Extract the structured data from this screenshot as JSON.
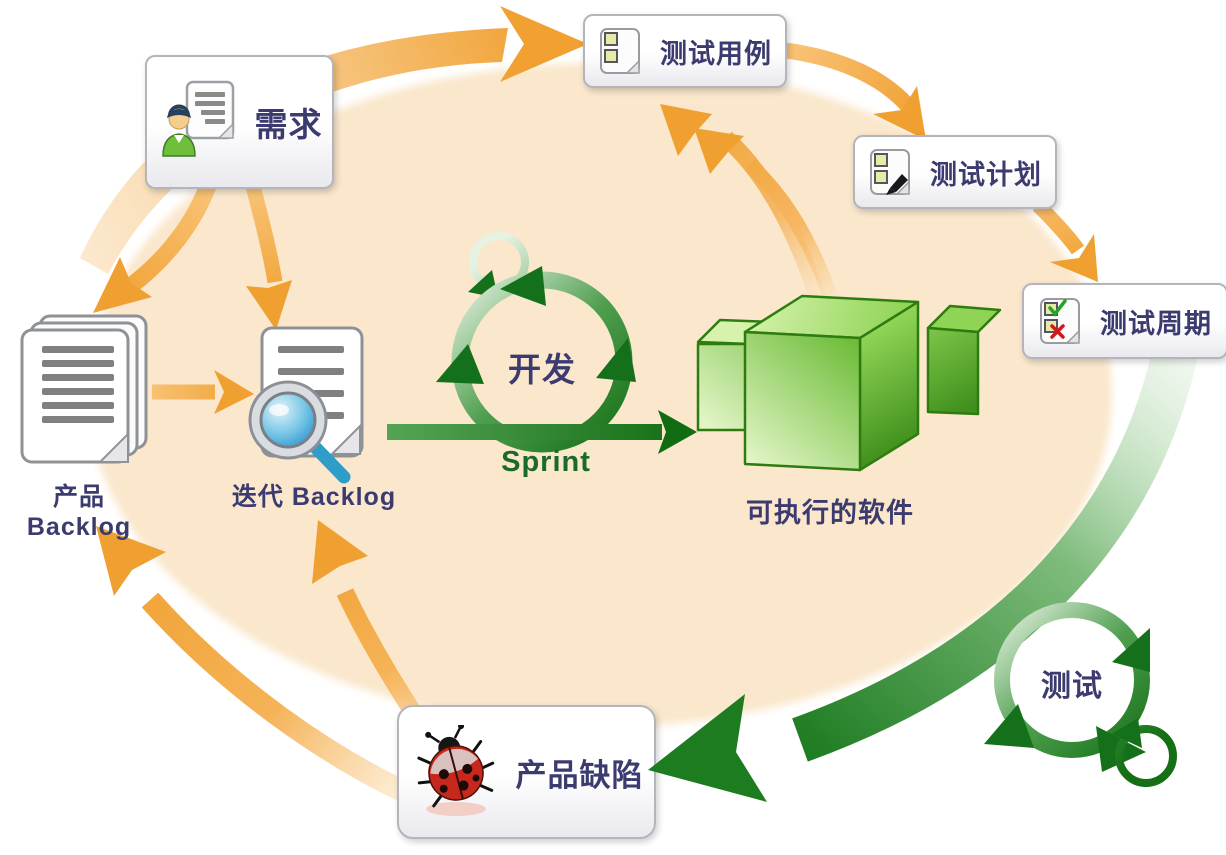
{
  "palette": {
    "background": "#FFFFFF",
    "ellipse_fill": "#FAE7CC",
    "orange_arrow": "#F1A132",
    "green_dark": "#1E7C20",
    "sprint_green": "#156F15",
    "cube_green": "#7FC83F",
    "text_navy": "#3B3B70",
    "bug_red": "#C8281C"
  },
  "nodes": {
    "requirements": {
      "label": "需求"
    },
    "test_cases": {
      "label": "测试用例"
    },
    "test_plan": {
      "label": "测试计划"
    },
    "test_cycle": {
      "label": "测试周期"
    },
    "product_backlog": {
      "label": "产品 Backlog"
    },
    "iteration_backlog": {
      "label": "迭代 Backlog"
    },
    "development": {
      "label": "开发"
    },
    "sprint": {
      "label": "Sprint"
    },
    "executable_software": {
      "label": "可执行的软件"
    },
    "testing": {
      "label": "测试"
    },
    "product_defects": {
      "label": "产品缺陷"
    }
  },
  "edges": [
    {
      "from": "产品 Backlog",
      "to": "测试用例",
      "color": "orange"
    },
    {
      "from": "需求",
      "to": "产品 Backlog",
      "color": "orange"
    },
    {
      "from": "需求",
      "to": "迭代 Backlog",
      "color": "orange"
    },
    {
      "from": "产品 Backlog",
      "to": "迭代 Backlog",
      "color": "orange"
    },
    {
      "from": "测试用例",
      "to": "测试计划",
      "color": "orange"
    },
    {
      "from": "测试计划",
      "to": "测试周期",
      "color": "orange"
    },
    {
      "from": "可执行的软件",
      "to": "测试用例",
      "color": "orange"
    },
    {
      "from": "迭代 Backlog",
      "to": "可执行的软件",
      "color": "green",
      "label": "Sprint"
    },
    {
      "from": "测试周期",
      "to": "产品缺陷",
      "color": "green"
    },
    {
      "from": "产品缺陷",
      "to": "产品 Backlog",
      "color": "orange"
    },
    {
      "from": "产品缺陷",
      "to": "迭代 Backlog",
      "color": "orange"
    }
  ]
}
